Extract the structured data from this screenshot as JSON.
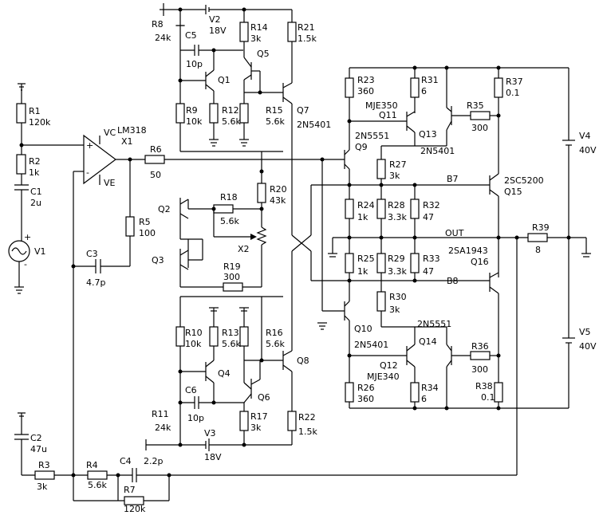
{
  "components": {
    "R1": {
      "ref": "R1",
      "value": "120k"
    },
    "R2": {
      "ref": "R2",
      "value": "1k"
    },
    "C1": {
      "ref": "C1",
      "value": "2u"
    },
    "V1": {
      "ref": "V1"
    },
    "X1": {
      "ref": "X1",
      "part": "LM318",
      "pin_vc": "VC",
      "pin_ve": "VE"
    },
    "R6": {
      "ref": "R6",
      "value": "50"
    },
    "R5": {
      "ref": "R5",
      "value": "100"
    },
    "C3": {
      "ref": "C3",
      "value": "4.7p"
    },
    "R8": {
      "ref": "R8",
      "value": "24k"
    },
    "V2": {
      "ref": "V2",
      "value": "18V"
    },
    "C5": {
      "ref": "C5",
      "value": "10p"
    },
    "R14": {
      "ref": "R14",
      "value": "3k"
    },
    "R21": {
      "ref": "R21",
      "value": "1.5k"
    },
    "Q5": {
      "ref": "Q5"
    },
    "Q1": {
      "ref": "Q1"
    },
    "R9": {
      "ref": "R9",
      "value": "10k"
    },
    "R12": {
      "ref": "R12",
      "value": "5.6k"
    },
    "R15": {
      "ref": "R15",
      "value": "5.6k"
    },
    "Q7": {
      "ref": "Q7",
      "part": "2N5401"
    },
    "R20": {
      "ref": "R20",
      "value": "43k"
    },
    "R18": {
      "ref": "R18",
      "value": "5.6k"
    },
    "Q2": {
      "ref": "Q2"
    },
    "Q3": {
      "ref": "Q3"
    },
    "X2": {
      "ref": "X2"
    },
    "R19": {
      "ref": "R19",
      "value": "300"
    },
    "R10": {
      "ref": "R10",
      "value": "10k"
    },
    "R13": {
      "ref": "R13",
      "value": "5.6k"
    },
    "Q4": {
      "ref": "Q4"
    },
    "R16": {
      "ref": "R16",
      "value": "5.6k"
    },
    "Q8": {
      "ref": "Q8"
    },
    "C6": {
      "ref": "C6",
      "value": "10p"
    },
    "Q6": {
      "ref": "Q6"
    },
    "R11": {
      "ref": "R11",
      "value": "24k"
    },
    "R17": {
      "ref": "R17",
      "value": "3k"
    },
    "R22": {
      "ref": "R22",
      "value": "1.5k"
    },
    "V3": {
      "ref": "V3",
      "value": "18V"
    },
    "R23": {
      "ref": "R23",
      "value": "360"
    },
    "R31": {
      "ref": "R31",
      "value": "6"
    },
    "R37": {
      "ref": "R37",
      "value": "0.1"
    },
    "Q11": {
      "ref": "Q11",
      "part": "MJE350"
    },
    "Q13": {
      "ref": "Q13",
      "part": "2N5401"
    },
    "R35": {
      "ref": "R35",
      "value": "300"
    },
    "Q9": {
      "ref": "Q9",
      "part": "2N5551"
    },
    "R27": {
      "ref": "R27",
      "value": "3k"
    },
    "Q15": {
      "ref": "Q15",
      "part": "2SC5200"
    },
    "R24": {
      "ref": "R24",
      "value": "1k"
    },
    "R28": {
      "ref": "R28",
      "value": "3.3k"
    },
    "R32": {
      "ref": "R32",
      "value": "47"
    },
    "R25": {
      "ref": "R25",
      "value": "1k"
    },
    "R29": {
      "ref": "R29",
      "value": "3.3k"
    },
    "R33": {
      "ref": "R33",
      "value": "47"
    },
    "Q16": {
      "ref": "Q16",
      "part": "2SA1943"
    },
    "R39": {
      "ref": "R39",
      "value": "8"
    },
    "R30": {
      "ref": "R30",
      "value": "3k"
    },
    "Q10": {
      "ref": "Q10",
      "part": "2N5401"
    },
    "Q14": {
      "ref": "Q14",
      "part": "2N5551"
    },
    "Q12": {
      "ref": "Q12",
      "part": "MJE340"
    },
    "R36": {
      "ref": "R36",
      "value": "300"
    },
    "R26": {
      "ref": "R26",
      "value": "360"
    },
    "R34": {
      "ref": "R34",
      "value": "6"
    },
    "R38": {
      "ref": "R38",
      "value": "0.1"
    },
    "V4": {
      "ref": "V4",
      "value": "40V"
    },
    "V5": {
      "ref": "V5",
      "value": "40V"
    },
    "C2": {
      "ref": "C2",
      "value": "47u"
    },
    "R3": {
      "ref": "R3",
      "value": "3k"
    },
    "R4": {
      "ref": "R4",
      "value": "5.6k"
    },
    "C4": {
      "ref": "C4",
      "value": "2.2p"
    },
    "R7": {
      "ref": "R7",
      "value": "120k"
    }
  },
  "nets": {
    "b7": "B7",
    "out": "OUT",
    "b8": "B8"
  },
  "polarity": {
    "plus": "+",
    "minus": "-"
  }
}
